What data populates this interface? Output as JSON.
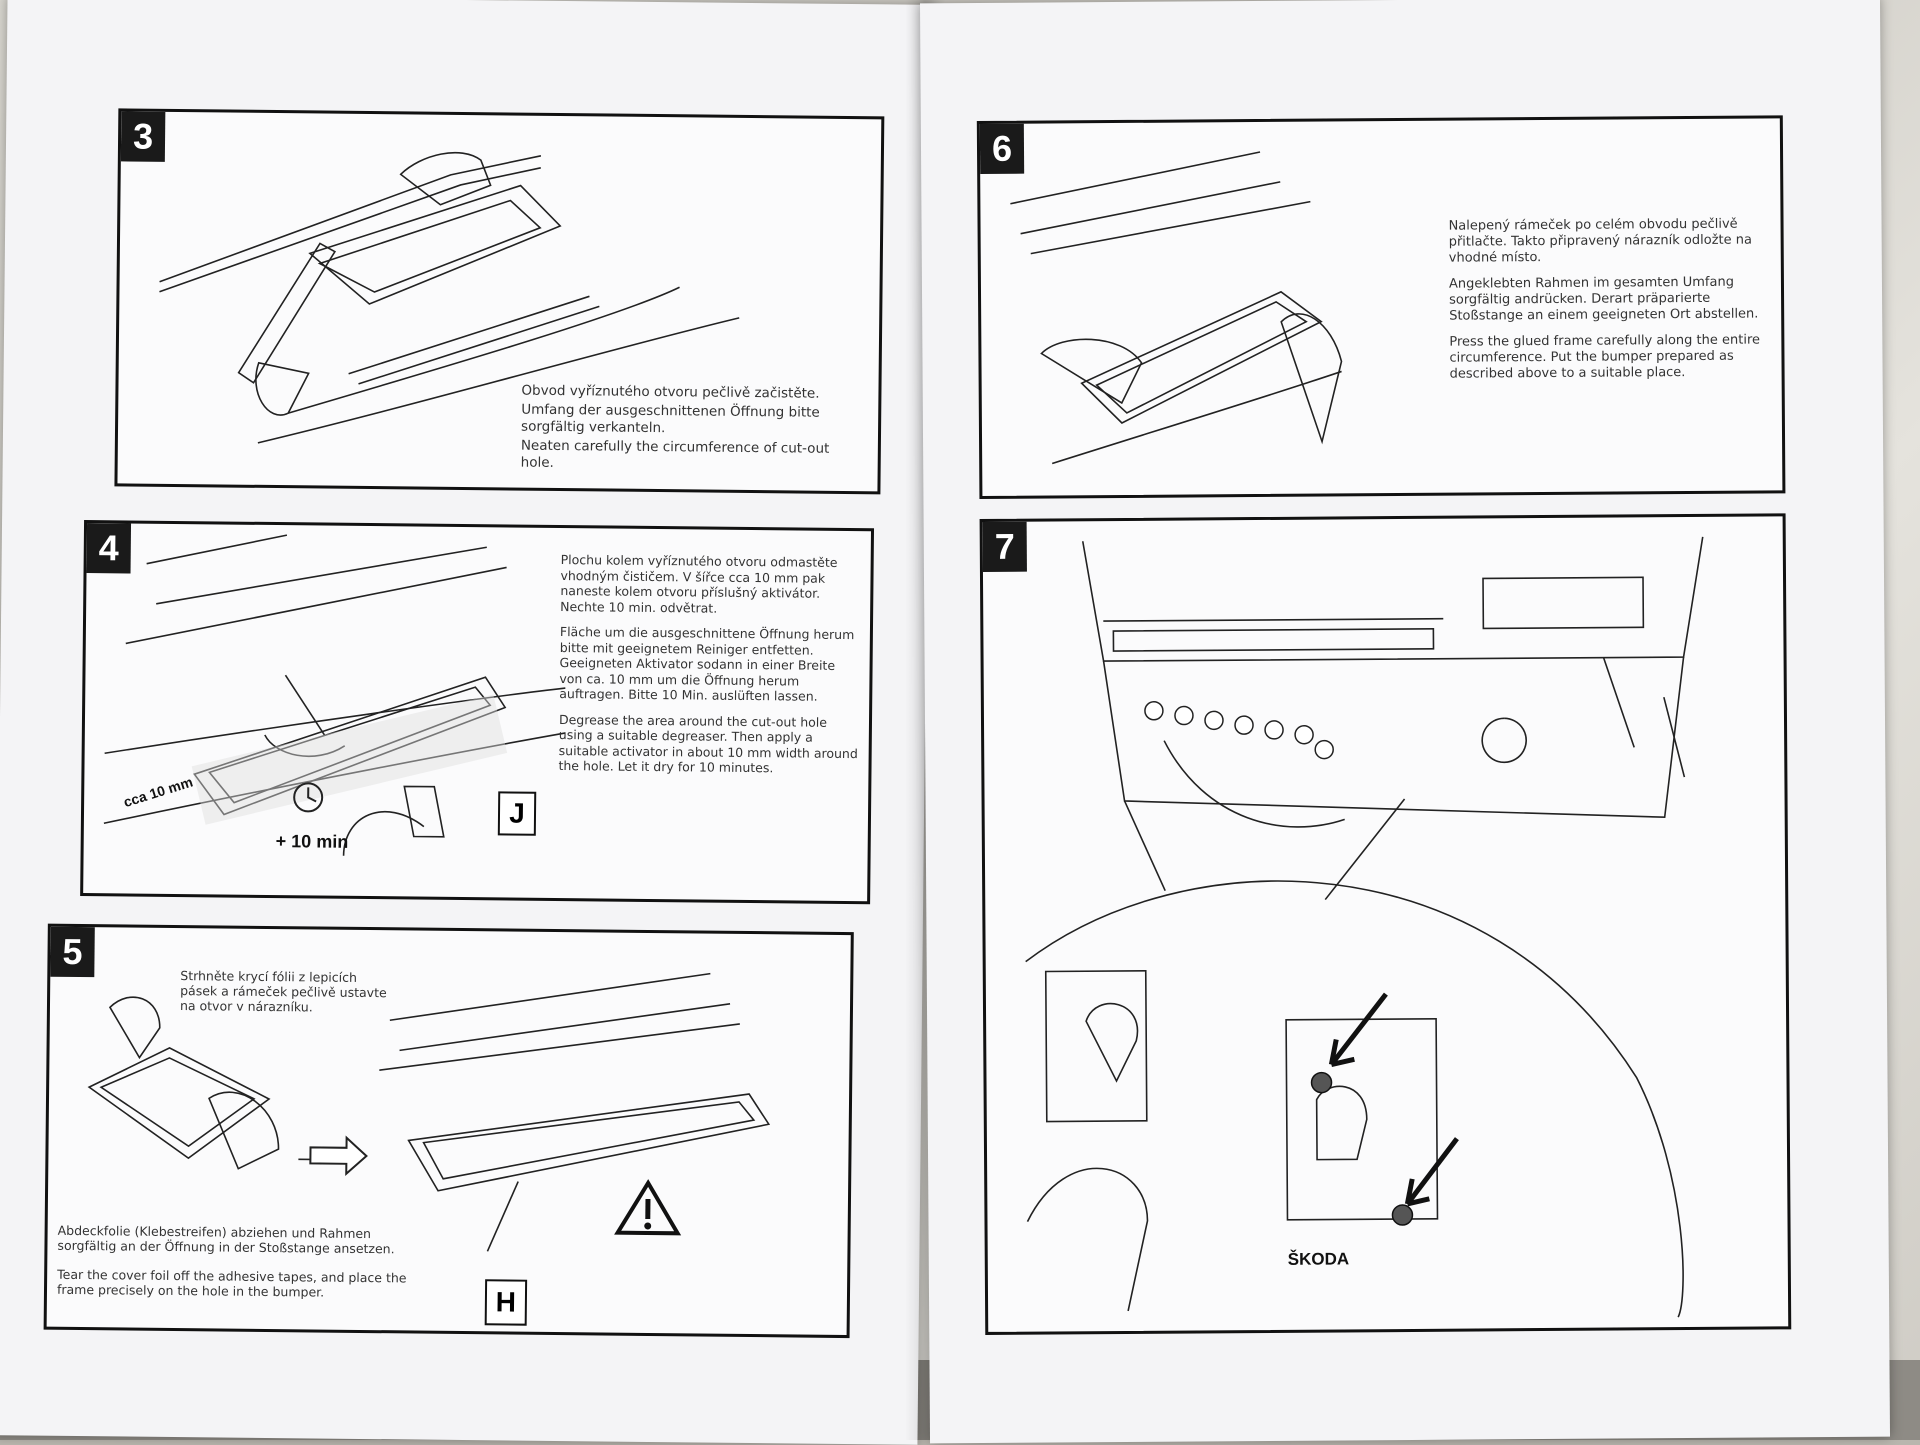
{
  "steps": {
    "s3": {
      "number": "3",
      "cs": "Obvod vyříznutého otvoru pečlivě začistěte.",
      "de": "Umfang der ausgeschnittenen Öffnung bitte sorgfältig verkanteln.",
      "en": "Neaten carefully the circumference of cut-out hole."
    },
    "s4": {
      "number": "4",
      "cs": "Plochu kolem vyříznutého otvoru odmastěte vhodným čističem. V šířce cca 10 mm pak naneste kolem otvoru příslušný aktivátor. Nechte 10 min. odvětrat.",
      "de": "Fläche um die ausgeschnittene Öffnung herum bitte mit geeignetem Reiniger entfetten. Geeigneten Aktivator sodann in einer Breite von ca. 10 mm um die Öffnung herum auftragen. Bitte 10 Min. auslüften lassen.",
      "en": "Degrease the area around the cut-out hole using a suitable degreaser. Then apply a suitable activator in about 10 mm width around the hole. Let it dry for 10 minutes.",
      "width_label": "cca 10 mm",
      "time_label": "+ 10 min",
      "part_label": "J"
    },
    "s5": {
      "number": "5",
      "cs": "Strhněte krycí fólii z lepicích pásek a rámeček pečlivě ustavte na otvor v nárazníku.",
      "de": "Abdeckfolie (Klebestreifen) abziehen und Rahmen sorgfältig an der Öffnung in der Stoßstange ansetzen.",
      "en": "Tear the cover foil off the adhesive tapes, and place the frame precisely on the hole in the bumper.",
      "part_label": "H"
    },
    "s6": {
      "number": "6",
      "cs": "Nalepený rámeček po celém obvodu pečlivě přitlačte. Takto připravený nárazník odložte na vhodné místo.",
      "de": "Angeklebten Rahmen im gesamten Umfang sorgfältig andrücken. Derart präparierte Stoßstange an einem geeigneten Ort abstellen.",
      "en": "Press the glued frame carefully along the entire circumference. Put the bumper prepared as described above to a suitable place."
    },
    "s7": {
      "number": "7",
      "brand": "ŠKODA"
    }
  },
  "icons": {
    "warning": "warning-triangle-icon",
    "clock": "clock-icon",
    "arrow": "arrow-right-icon"
  }
}
